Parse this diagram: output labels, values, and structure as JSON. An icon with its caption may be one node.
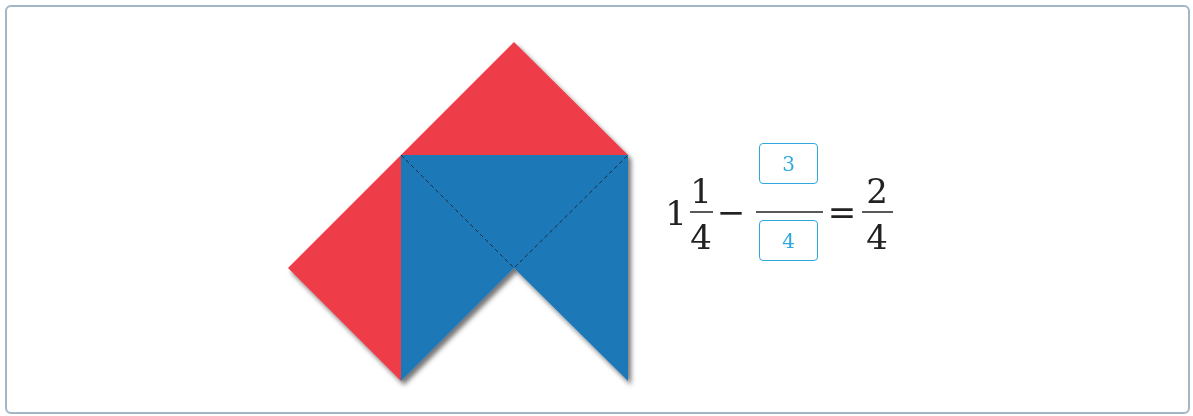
{
  "diagram": {
    "labels": [
      "1",
      "1",
      "4",
      "−",
      "3",
      "4",
      "=",
      "2",
      "4"
    ]
  }
}
